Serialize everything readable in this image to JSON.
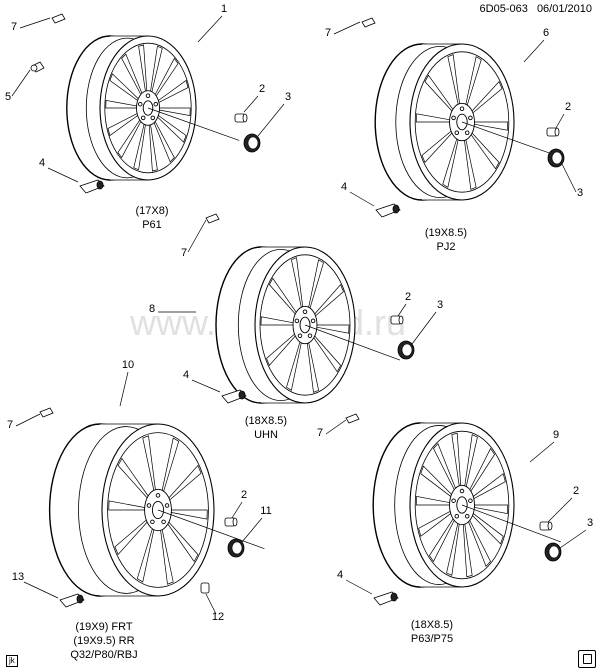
{
  "header": {
    "code": "6D05-063",
    "date": "06/01/2010"
  },
  "watermark": "www.gm-tlsted.ru",
  "footer": {
    "badge": "jk"
  },
  "wheels": [
    {
      "callout": "1",
      "size": "(17X8)",
      "option": "P61"
    },
    {
      "callout": "6",
      "size": "(19X8.5)",
      "option": "PJ2"
    },
    {
      "callout": "8",
      "size": "(18X8.5)",
      "option": "UHN"
    },
    {
      "callout": "10",
      "size": "(19X9) FRT",
      "size2": "(19X9.5) RR",
      "option": "Q32/P80/RBJ"
    },
    {
      "callout": "9",
      "size": "(18X8.5)",
      "option": "P63/P75"
    }
  ],
  "callouts": {
    "weight": "7",
    "valve_stem": "5",
    "tpms_sensor": "4",
    "lug_nut": "2",
    "center_cap": "3",
    "cap_alt": "11",
    "valve_cap": "12",
    "sensor_alt": "13"
  }
}
